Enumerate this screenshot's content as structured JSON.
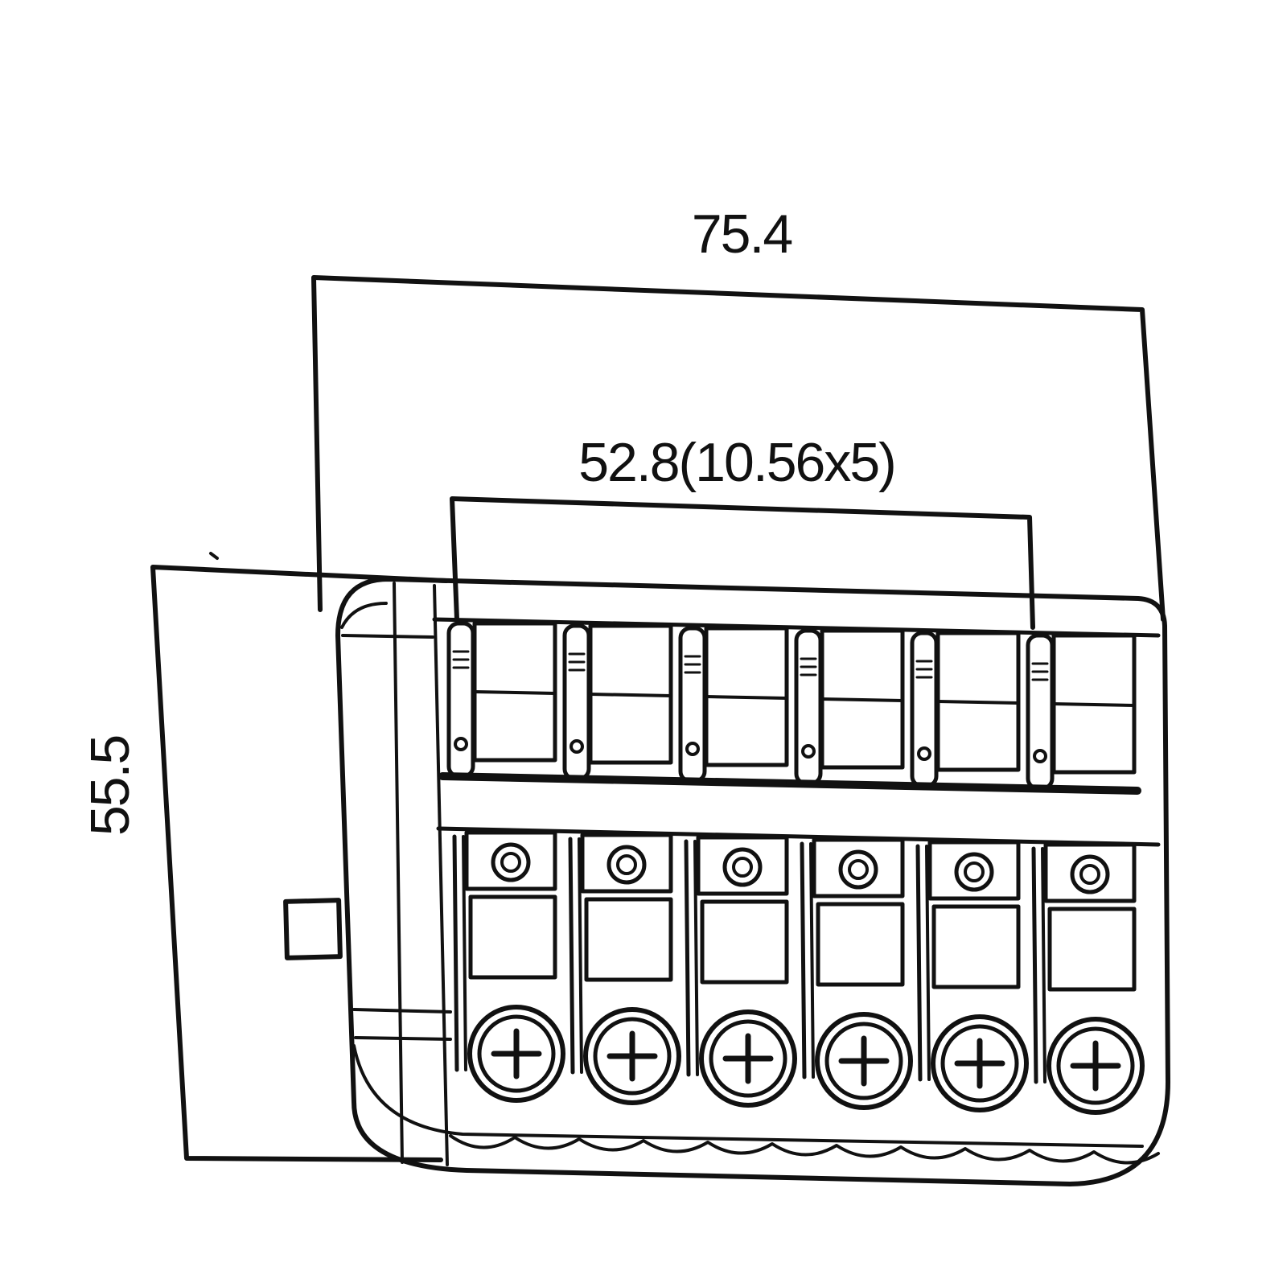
{
  "dimensions": {
    "overall_width": "75.4",
    "string_spacing": "52.8(10.56x5)",
    "overall_length": "55.5"
  },
  "saddle_count": 6,
  "colors": {
    "line": "#111111",
    "background": "#ffffff"
  }
}
